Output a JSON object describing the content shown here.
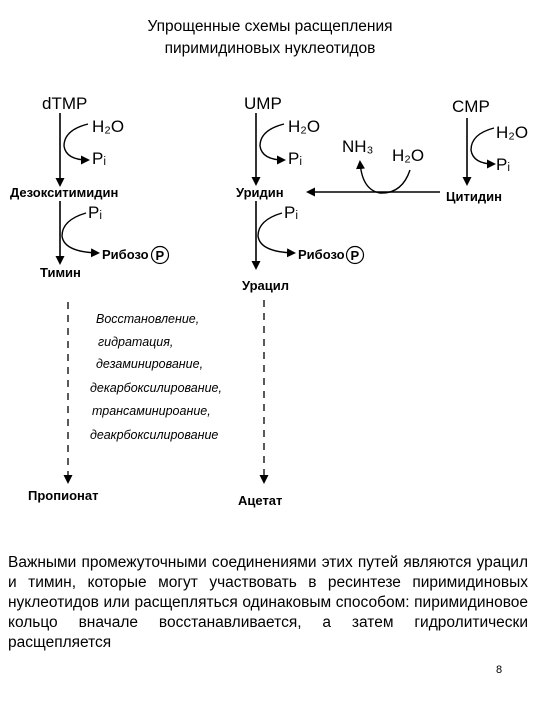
{
  "title": {
    "line1": "Упрощенные схемы расщепления",
    "line2": "пиримидиновых нуклеотидов"
  },
  "diagram": {
    "dtmp_path": {
      "start": "dTMP",
      "water": "H₂O",
      "pi_1": "Pᵢ",
      "deoxy": "Дезокситимидин",
      "pi_2": "Pᵢ",
      "ribose": "Рибозо",
      "phosphate_symbol": "P",
      "thymine": "Тимин",
      "product": "Пропионат"
    },
    "ump_path": {
      "start": "UMP",
      "water": "H₂O",
      "pi_1": "Pᵢ",
      "uridine": "Уридин",
      "pi_2": "Pᵢ",
      "ribose": "Рибозо",
      "phosphate_symbol": "P",
      "uracil": "Урацил",
      "product": "Ацетат"
    },
    "cmp_path": {
      "start": "CMP",
      "water": "H₂O",
      "pi": "Pᵢ",
      "cytidine": "Цитидин"
    },
    "deamination": {
      "nh3": "NH₃",
      "water": "H₂O"
    },
    "processes": [
      "Восстановление,",
      "гидратация,",
      "дезаминирование,",
      "декарбоксилирование,",
      "трансаминироание,",
      "деакрбоксилирование"
    ]
  },
  "paragraph": "Важными промежуточными соединениями этих путей являются урацил и тимин, которые могут участвовать в ресинтезе пиримидиновых нуклеотидов или расщепляться одинаковым способом: пиримидиновое кольцо вначале восстанавливается, а затем гидролитически расщепляется",
  "page_number": "8"
}
